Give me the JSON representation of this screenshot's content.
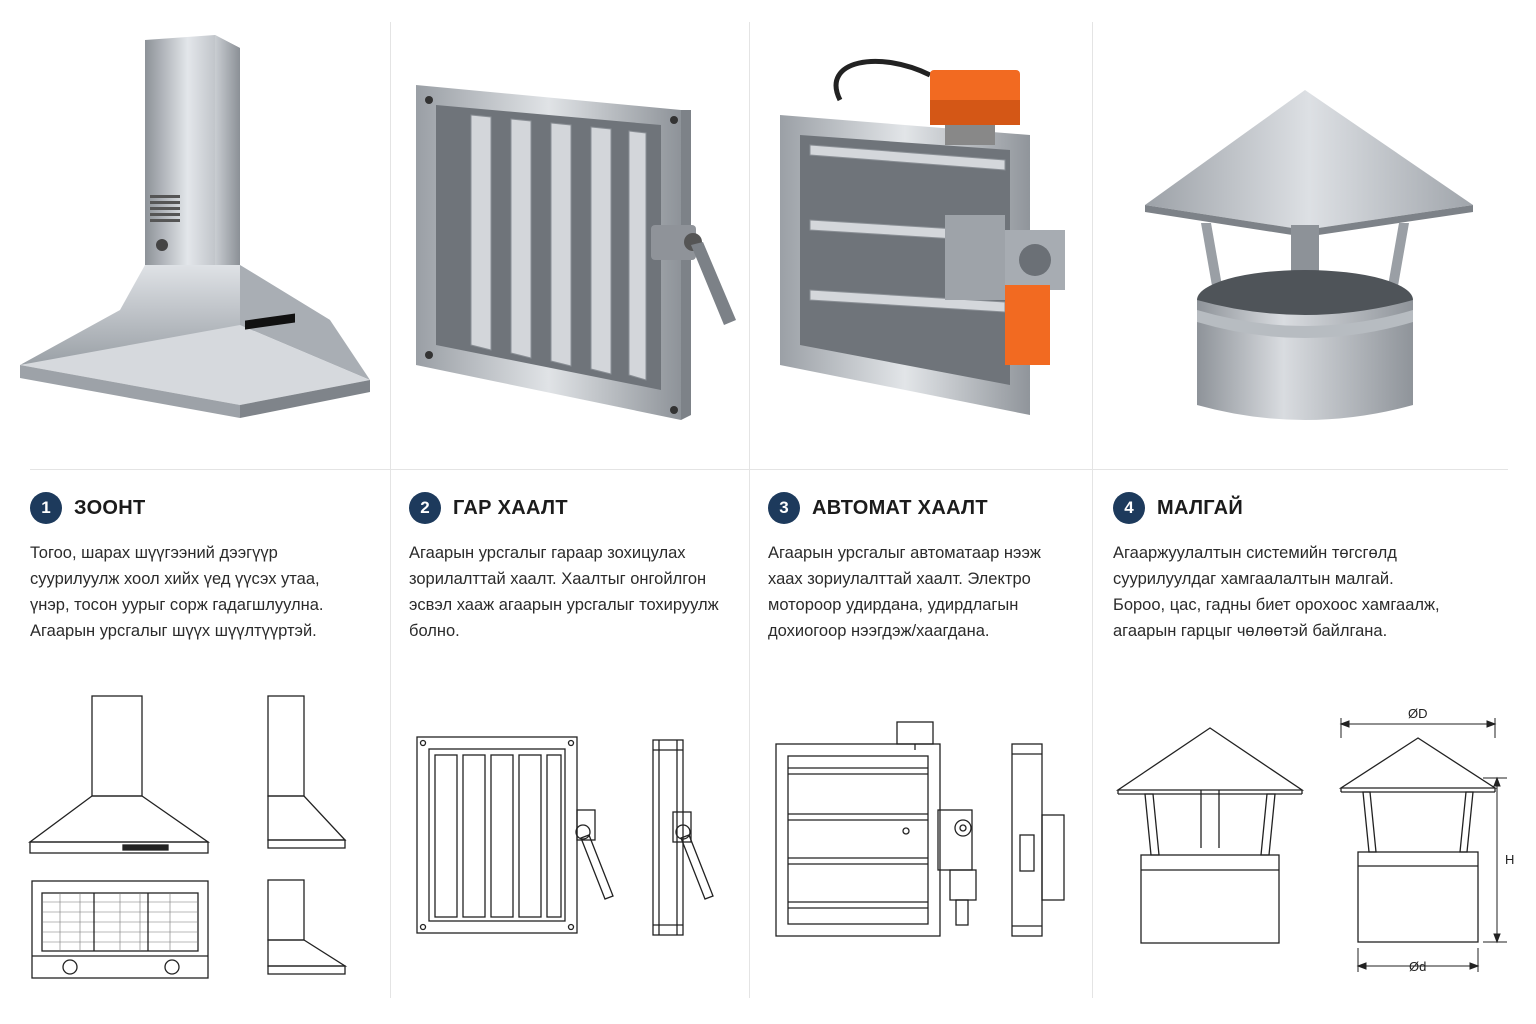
{
  "sections": [
    {
      "number": "1",
      "title": "ЗООНТ",
      "lines": [
        "Тогоо, шарах шүүгээний дээгүүр",
        "суурилуулж хоол хийх үед үүсэх утаа,",
        "үнэр, тосон уурыг сорж гадагшлуулна.",
        "Агаарын урсгалыг шүүх шүүлтүүртэй."
      ]
    },
    {
      "number": "2",
      "title": "ГАР ХААЛТ",
      "lines": [
        "Агаарын урсгалыг гараар зохицулах",
        "зорилалттай хаалт. Хаалтыг онгойлгон",
        "эсвэл хааж агаарын урсгалыг тохируулж",
        "болно."
      ]
    },
    {
      "number": "3",
      "title": "АВТОМАТ ХААЛТ",
      "lines": [
        "Агаарын урсгалыг автоматаар нээж",
        "хаах зориулалттай хаалт. Электро",
        "мотороор удирдана, удирдлагын",
        "дохиогоор нээгдэж/хаагдана."
      ]
    },
    {
      "number": "4",
      "title": "МАЛГАЙ",
      "lines": [
        "Агааржуулалтын системийн төгсгөлд",
        "суурилуулдаг хамгаалалтын малгай.",
        "Бороо, цас, гадны биет орохоос хамгаалж,",
        "агаарын гарцыг чөлөөтэй байлгана."
      ]
    }
  ],
  "dimensions": {
    "top_diameter": "ØD",
    "bottom_diameter": "Ød",
    "height": "H"
  },
  "colors": {
    "badge": "#1d3a5c",
    "actuator_orange": "#f26a21",
    "steel": "#b9bec4"
  },
  "icons": [
    "range-hood-icon",
    "manual-damper-icon",
    "motorized-damper-icon",
    "chimney-cap-icon"
  ]
}
